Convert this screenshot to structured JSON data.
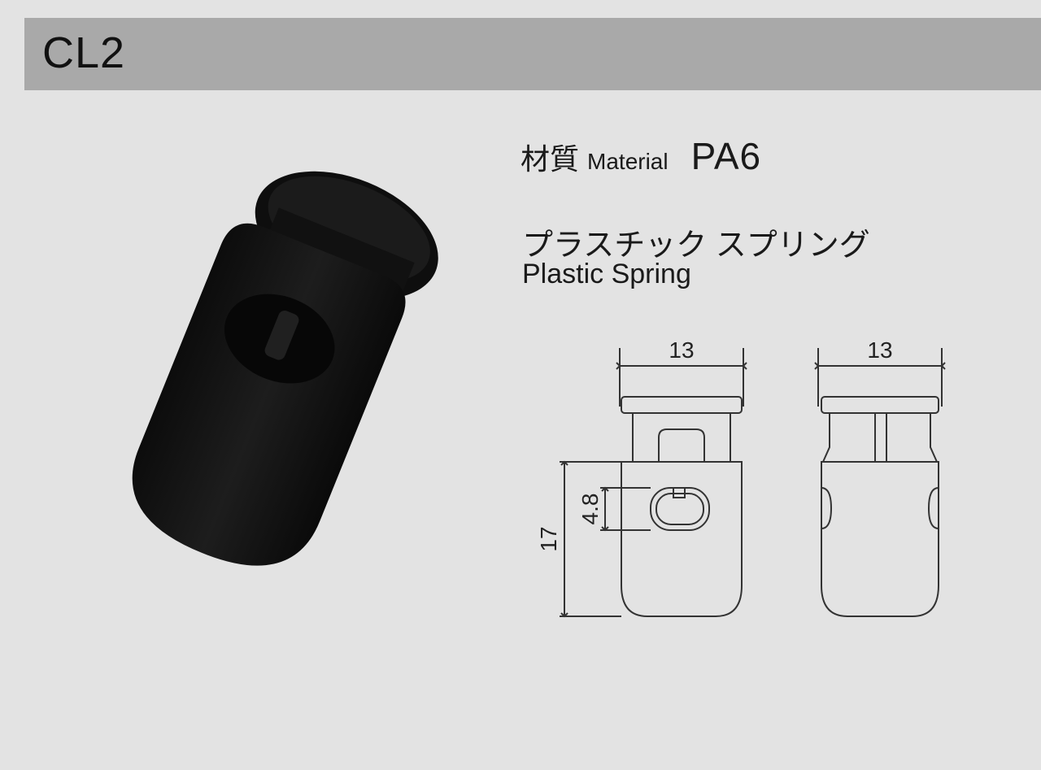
{
  "header": {
    "title": "CL2"
  },
  "material": {
    "label_jp": "材質",
    "label_en": "Material",
    "value": "PA6"
  },
  "spring": {
    "label_jp": "プラスチック スプリング",
    "label_en": "Plastic Spring"
  },
  "dimensions": {
    "front_width": "13",
    "side_width": "13",
    "height": "17",
    "hole": "4.8"
  },
  "colors": {
    "background": "#e3e3e3",
    "title_bar": "#a9a9a9",
    "product": "#141414"
  }
}
